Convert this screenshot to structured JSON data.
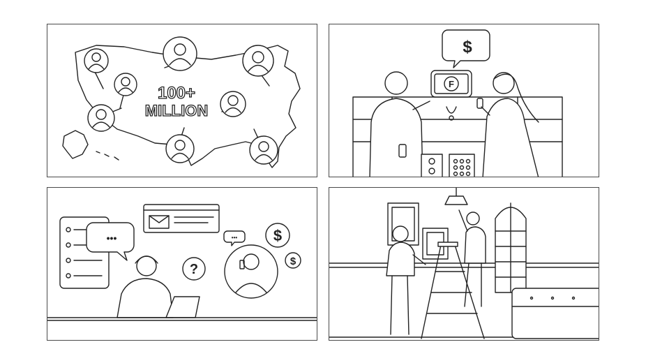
{
  "panels": {
    "map": {
      "headline_number": "100+",
      "headline_unit": "MILLION"
    },
    "store": {
      "speech_symbol": "$",
      "tablet_logo": "F"
    },
    "support": {
      "chat_dots": "•••",
      "question_symbol": "?",
      "dollar_large": "$",
      "dollar_small": "$",
      "bubble_dots": "•••"
    },
    "home": {}
  }
}
